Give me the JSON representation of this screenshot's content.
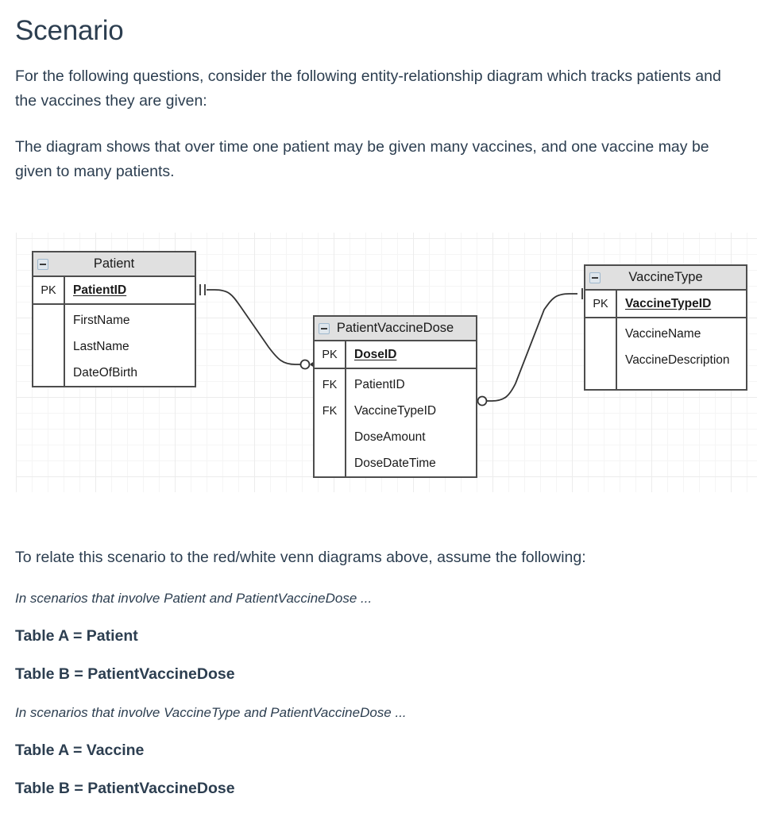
{
  "page": {
    "title": "Scenario",
    "intro_paragraph": "For the following questions, consider the following entity-relationship diagram which tracks patients and the vaccines they are given:",
    "diagram_note": "The diagram shows that over time one patient may be given many vaccines, and one vaccine may be given to many patients.",
    "relate_paragraph": "To relate this scenario to the red/white venn diagrams above, assume the following:"
  },
  "assumptions": [
    {
      "note": "In scenarios that involve Patient and PatientVaccineDose ...",
      "table_a": "Table A = Patient",
      "table_b": "Table B = PatientVaccineDose"
    },
    {
      "note": "In scenarios that involve VaccineType and PatientVaccineDose ...",
      "table_a": "Table A = Vaccine",
      "table_b": "Table B = PatientVaccineDose"
    }
  ],
  "diagram": {
    "type": "entity-relationship-diagram",
    "notation": "crows-foot",
    "grid_visible": true,
    "colors": {
      "entity_header_fill": "#e0e0e0",
      "entity_border": "#4d4d4d",
      "entity_body_fill": "#ffffff",
      "grid_line": "#ececec",
      "connector": "#333333",
      "text": "#1a1a1a"
    },
    "entities": [
      {
        "name": "Patient",
        "collapse_icon": "minus-box-icon",
        "key_fields": [
          {
            "key": "PK",
            "name": "PatientID",
            "primary": true
          }
        ],
        "fields": [
          {
            "key": "",
            "name": "FirstName",
            "primary": false
          },
          {
            "key": "",
            "name": "LastName",
            "primary": false
          },
          {
            "key": "",
            "name": "DateOfBirth",
            "primary": false
          }
        ]
      },
      {
        "name": "PatientVaccineDose",
        "collapse_icon": "minus-box-icon",
        "key_fields": [
          {
            "key": "PK",
            "name": "DoseID",
            "primary": true
          }
        ],
        "fields": [
          {
            "key": "FK",
            "name": "PatientID",
            "primary": false
          },
          {
            "key": "FK",
            "name": "VaccineTypeID",
            "primary": false
          },
          {
            "key": "",
            "name": "DoseAmount",
            "primary": false
          },
          {
            "key": "",
            "name": "DoseDateTime",
            "primary": false
          }
        ]
      },
      {
        "name": "VaccineType",
        "collapse_icon": "minus-box-icon",
        "key_fields": [
          {
            "key": "PK",
            "name": "VaccineTypeID",
            "primary": true
          }
        ],
        "fields": [
          {
            "key": "",
            "name": "VaccineName",
            "primary": false
          },
          {
            "key": "",
            "name": "VaccineDescription",
            "primary": false
          }
        ]
      }
    ],
    "relationships": [
      {
        "from": "Patient",
        "to": "PatientVaccineDose",
        "from_cardinality": "one-and-only-one",
        "to_cardinality": "zero-or-many",
        "from_symbol": "double-tick-icon",
        "to_symbol": "circle-crowsfoot-icon"
      },
      {
        "from": "VaccineType",
        "to": "PatientVaccineDose",
        "from_cardinality": "one-and-only-one",
        "to_cardinality": "zero-or-many",
        "from_symbol": "double-tick-icon",
        "to_symbol": "circle-crowsfoot-icon"
      }
    ]
  }
}
